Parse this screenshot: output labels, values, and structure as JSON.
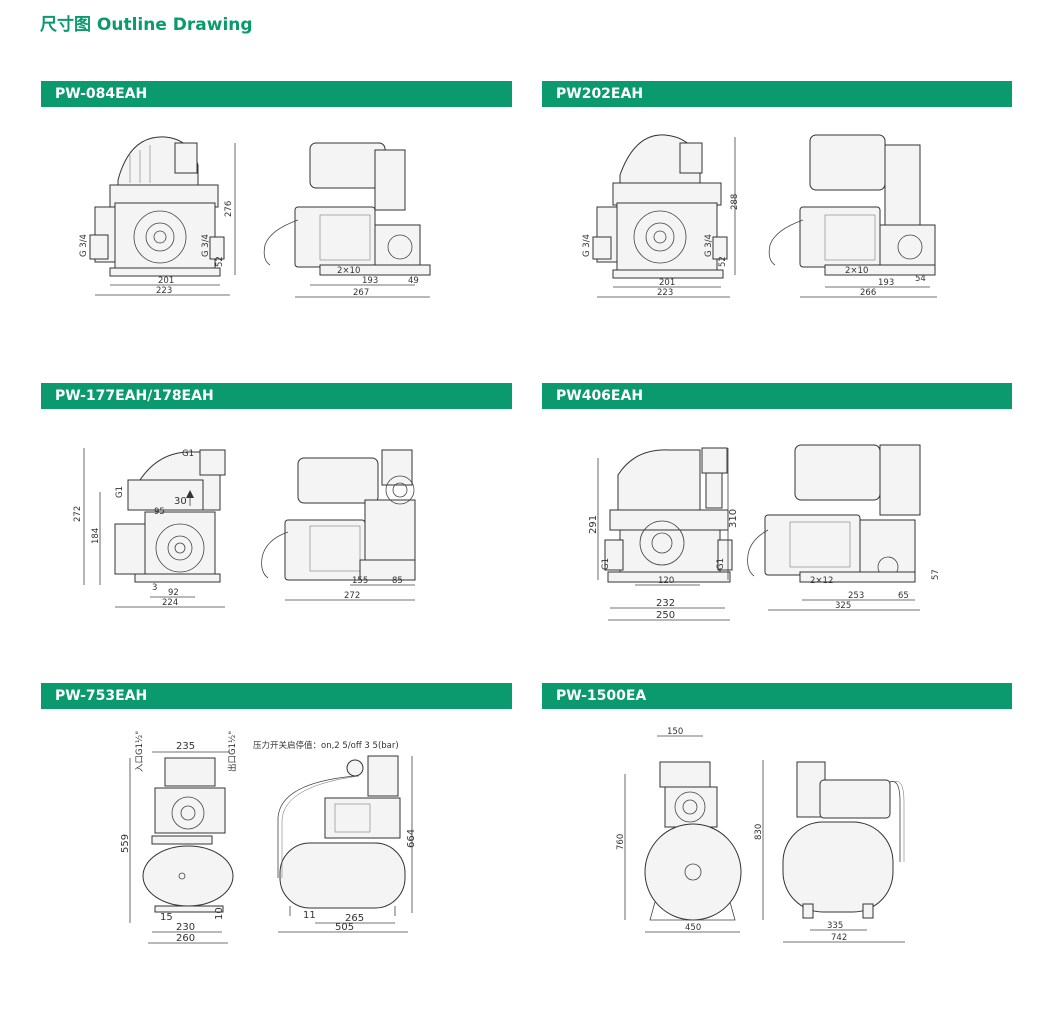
{
  "page": {
    "title": "尺寸图 Outline Drawing",
    "accent_color": "#0a9a6e"
  },
  "sections": [
    {
      "title": "PW-084EAH",
      "dims": {
        "h1": "276",
        "w1": "201",
        "w2": "223",
        "g1": "G 3/4",
        "g2": "G 3/4",
        "h2": "52",
        "s1": "2×10",
        "s2": "193",
        "s3": "49",
        "s4": "267"
      }
    },
    {
      "title": "PW202EAH",
      "dims": {
        "h1": "288",
        "w1": "201",
        "w2": "223",
        "g1": "G 3/4",
        "g2": "G 3/4",
        "h2": "52",
        "s1": "2×10",
        "s2": "193",
        "s3": "54",
        "s4": "266"
      }
    },
    {
      "title": "PW-177EAH/178EAH",
      "dims": {
        "h1": "272",
        "h2": "184",
        "g1": "G1",
        "g2": "G1",
        "a1": "30",
        "a2": "95",
        "b1": "3",
        "b2": "92",
        "w1": "224",
        "s1": "155",
        "s2": "85",
        "s3": "272"
      }
    },
    {
      "title": "PW406EAH",
      "dims": {
        "h1": "291",
        "h2": "310",
        "g1": "G1",
        "g2": "G1",
        "w1": "120",
        "w2": "232",
        "w3": "250",
        "s1": "2×12",
        "s2": "57",
        "s3": "253",
        "s4": "65",
        "s5": "325"
      }
    },
    {
      "title": "PW-753EAH",
      "dims": {
        "in": "入口G1½\"",
        "out": "出口G1½\"",
        "w1": "235",
        "h1": "559",
        "b1": "15",
        "b2": "10",
        "w2": "230",
        "w3": "260",
        "note": "压力开关启停值：on,2 5/off 3 5(bar)",
        "h2": "664",
        "s1": "11",
        "s2": "265",
        "s3": "505"
      }
    },
    {
      "title": "PW-1500EA",
      "dims": {
        "w1": "150",
        "h1": "760",
        "h2": "830",
        "w2": "450",
        "s1": "335",
        "s2": "742"
      }
    }
  ]
}
